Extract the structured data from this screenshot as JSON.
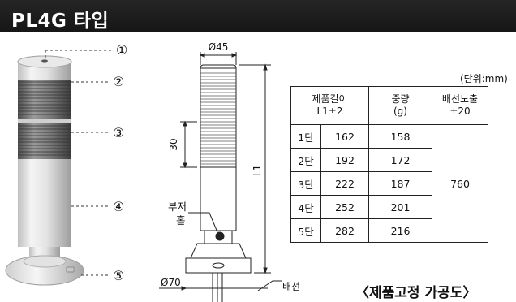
{
  "header": {
    "title": "PL4G 타입"
  },
  "drawing": {
    "callouts": [
      "①",
      "②",
      "③",
      "④",
      "⑤"
    ],
    "dimensions": {
      "top_diameter": "Ø45",
      "base_diameter": "Ø70",
      "module_height": "30",
      "length_label": "L1"
    },
    "labels": {
      "buzzer_line1": "부저",
      "buzzer_line2": "홀",
      "wire": "배선"
    }
  },
  "table": {
    "unit": "(단위:mm)",
    "headers": {
      "length_line1": "제품길이",
      "length_line2": "L1±2",
      "weight_line1": "중량",
      "weight_line2": "(g)",
      "wire_line1": "배선노출",
      "wire_line2": "±20"
    },
    "rows": [
      {
        "tier": "1단",
        "length": "162",
        "weight": "158"
      },
      {
        "tier": "2단",
        "length": "192",
        "weight": "172"
      },
      {
        "tier": "3단",
        "length": "222",
        "weight": "187"
      },
      {
        "tier": "4단",
        "length": "252",
        "weight": "201"
      },
      {
        "tier": "5단",
        "length": "282",
        "weight": "216"
      }
    ],
    "wire_exposure": "760"
  },
  "footer": {
    "caption": "〈제품고정 가공도〉"
  }
}
